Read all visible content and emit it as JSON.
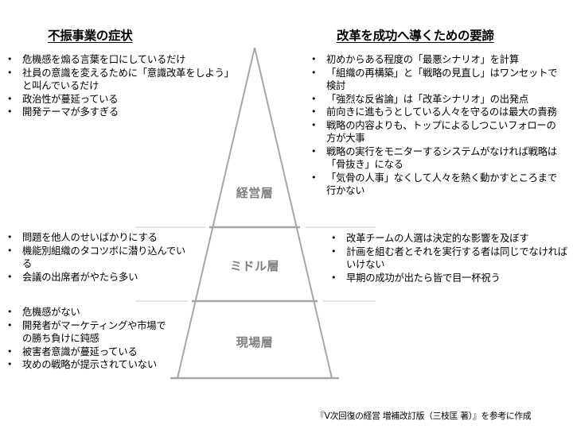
{
  "headings": {
    "left": "不振事業の症状",
    "right": "改革を成功へ導くための要諦"
  },
  "pyramid": {
    "line_color": "#a6a6a6",
    "label_color": "#7f7f7f",
    "layers": [
      {
        "label": "経営層"
      },
      {
        "label": "ミドル層"
      },
      {
        "label": "現場層"
      }
    ]
  },
  "symptoms": {
    "executive": [
      "危機感を煽る言葉を口にしているだけ",
      "社員の意識を変えるために「意識改革をしよう」と叫んでいるだけ",
      "政治性が蔓延っている",
      "開発テーマが多すぎる"
    ],
    "middle": [
      "問題を他人のせいばかりにする",
      "機能別組織のタコツボに潜り込んでいる",
      "会議の出席者がやたら多い"
    ],
    "field": [
      "危機感がない",
      "開発者がマーケティングや市場での勝ち負けに鈍感",
      "被害者意識が蔓延っている",
      "攻めの戦略が提示されていない"
    ]
  },
  "keys": {
    "executive": [
      "初めからある程度の「最悪シナリオ」を計算",
      "「組織の再構築」と「戦略の見直し」はワンセットで検討",
      "「強烈な反省論」は「改革シナリオ」の出発点",
      "前向きに進もうとしている人々を守るのは最大の責務",
      "戦略の内容よりも、トップによるしつこいフォローの方が大事",
      "戦略の実行をモニターするシステムがなければ戦略は「骨抜き」になる",
      "「気骨の人事」なくして人々を熱く動かすところまで行かない"
    ],
    "middle": [
      "改革チームの人選は決定的な影響を及ぼす",
      "計画を組む者とそれを実行する者は同じでなければいけない",
      "早期の成功が出たら皆で目一杯祝う"
    ]
  },
  "footer": "『V次回復の経営 増補改訂版（三枝匡 著）』を参考に作成"
}
